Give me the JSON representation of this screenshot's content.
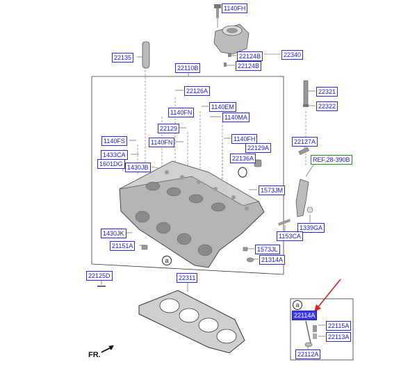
{
  "labels": {
    "l1140FH_top": "1140FH",
    "l22340": "22340",
    "l22124B_1": "22124B",
    "l22124B_2": "22124B",
    "l22135": "22135",
    "l22110B": "22110B",
    "l22126A": "22126A",
    "l22321": "22321",
    "l22322": "22322",
    "l1140FN_1": "1140FN",
    "l1140EM": "1140EM",
    "l1140MA": "1140MA",
    "l22129": "22129",
    "l1140FS": "1140FS",
    "l1140FN_2": "1140FN",
    "l1140FH_mid": "1140FH",
    "l22127A": "22127A",
    "l22129A": "22129A",
    "l1433CA": "1433CA",
    "l22136A": "22136A",
    "lREF": "REF.28-390B",
    "l1601DG": "1601DG",
    "l1430JB": "1430JB",
    "l1573JM": "1573JM",
    "l1339GA": "1339GA",
    "l1430JK": "1430JK",
    "l1153CA": "1153CA",
    "l21151A": "21151A",
    "l1573JL": "1573JL",
    "l21314A": "21314A",
    "l22125D": "22125D",
    "l22311": "22311",
    "l22114A": "22114A",
    "l22115A": "22115A",
    "l22113A": "22113A",
    "l22112A": "22112A"
  },
  "callout": "a",
  "direction": "FR.",
  "colors": {
    "label_border": "#2a2ae0",
    "label_text": "#1a1ad8",
    "highlight": "#3a3af0",
    "ref_border": "#1f8f1f",
    "arrow": "#e02020"
  }
}
